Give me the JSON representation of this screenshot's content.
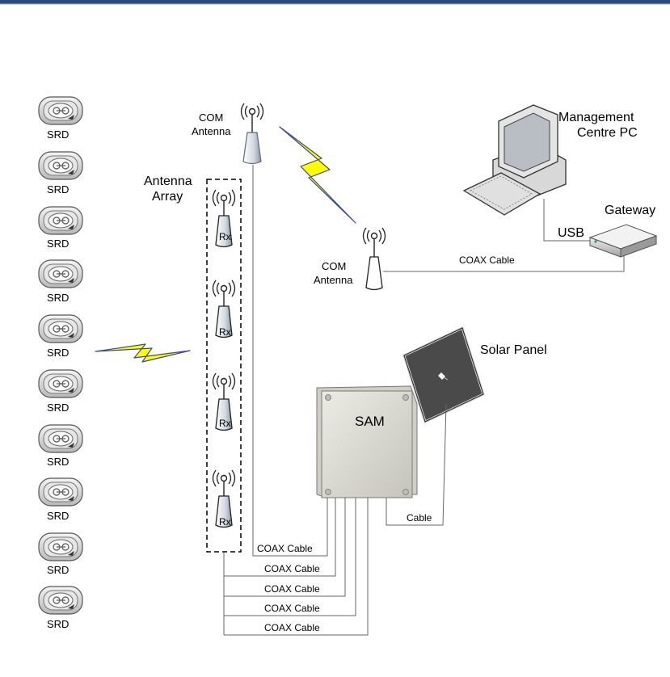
{
  "colors": {
    "header_bar": "#2e4a7d",
    "bolt_fill": "#ffff00",
    "bolt_stroke": "#3b4a8c",
    "line": "#666666",
    "solar_panel": "#4a4a4a",
    "sam_box": "#d8d8d2"
  },
  "srd_devices": {
    "label": "SRD",
    "count": 10,
    "icon": "srd-sensor-icon"
  },
  "com_antenna_top": {
    "line1": "COM",
    "line2": "Antenna",
    "icon": "antenna-icon"
  },
  "com_antenna_mid": {
    "line1": "COM",
    "line2": "Antenna",
    "icon": "antenna-icon"
  },
  "antenna_array": {
    "line1": "Antenna",
    "line2": "Array",
    "rx_label": "Rx",
    "rx_count": 4,
    "icon": "rx-antenna-icon"
  },
  "management_pc": {
    "line1": "Management",
    "line2": "Centre PC",
    "icon": "desktop-pc-icon"
  },
  "gateway": {
    "label": "Gateway",
    "icon": "gateway-box-icon"
  },
  "usb_label": "USB",
  "coax_top_label": "COAX Cable",
  "sam": {
    "label": "SAM",
    "icon": "enclosure-box-icon"
  },
  "solar_panel": {
    "label": "Solar Panel",
    "icon": "solar-panel-icon"
  },
  "solar_cable_label": "Cable",
  "coax_cables": [
    "COAX Cable",
    "COAX Cable",
    "COAX Cable",
    "COAX Cable",
    "COAX Cable"
  ]
}
